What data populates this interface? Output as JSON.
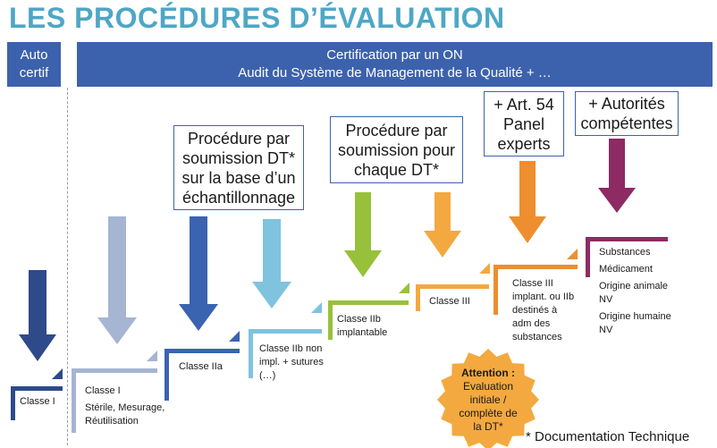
{
  "title": "LES PROCÉDURES D’ÉVALUATION",
  "banners": {
    "auto_certif": [
      "Auto",
      "certif"
    ],
    "on_certification": [
      "Certification par un ON",
      "Audit du Système de Management de la Qualité + …"
    ]
  },
  "procedure_boxes": {
    "sampling": [
      "Procédure par",
      "soumission DT*",
      "sur la base d’un",
      "échantillonnage"
    ],
    "each_dt": [
      "Procédure par",
      "soumission pour",
      "chaque DT*"
    ],
    "art54": [
      "+ Art. 54",
      "Panel",
      "experts"
    ],
    "authorities": [
      "+ Autorités",
      "compétentes"
    ]
  },
  "classes": {
    "c1": [
      "Classe I"
    ],
    "c1_special": [
      "Classe I",
      "",
      "Stérile, Mesurage,",
      "Réutilisation"
    ],
    "c2a": [
      "Classe IIa"
    ],
    "c2b_non_impl": [
      "Classe IIb non",
      "impl. + sutures",
      "(…)"
    ],
    "c2b_impl": [
      "Classe IIb",
      "implantable"
    ],
    "c3": [
      "Classe III"
    ],
    "c3_impl": [
      "Classe III",
      "implant. ou IIb",
      "destinés à",
      "adm des",
      "substances"
    ]
  },
  "substances": [
    "Substances",
    "Médicament",
    "Origine animale",
    "NV",
    "Origine humaine",
    "NV"
  ],
  "attention": {
    "heading": "Attention :",
    "lines": [
      "Evaluation",
      "initiale /",
      "complète de",
      "la DT*"
    ]
  },
  "footnote": "* Documentation Technique",
  "colors": {
    "title": "#4ea7c5",
    "banner": "#3d62ad",
    "navy": "#2e4a8a",
    "light_grey_blue": "#a5b5d2",
    "blue": "#3a63b0",
    "light_blue": "#7fc3df",
    "green": "#98c13b",
    "orange": "#f3a93f",
    "dark_orange": "#ee8e2f",
    "purple": "#8e2a64",
    "attention_fill": "#f3a93f"
  }
}
